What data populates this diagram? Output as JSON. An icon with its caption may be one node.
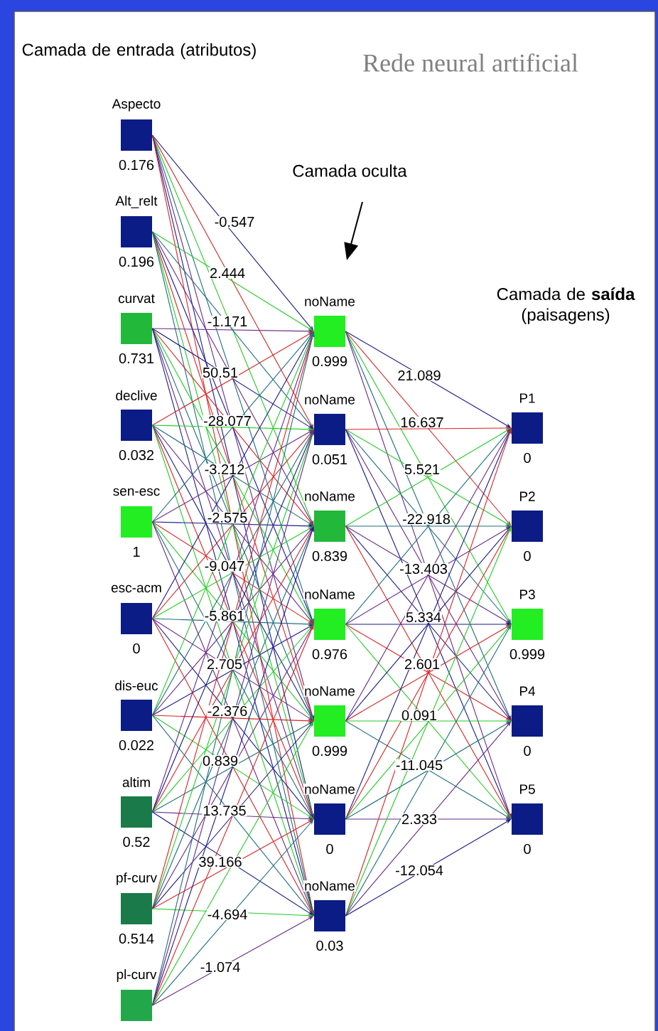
{
  "diagram": {
    "title": "Rede neural artificial",
    "nodes": [
      {
        "text": [
          "Aspecto",
          "0.176"
        ]
      },
      {
        "text": [
          "Alt_relt",
          "0.196"
        ]
      },
      {
        "text": [
          "curvat",
          "0.731"
        ]
      },
      {
        "text": [
          "declive",
          "0.032"
        ]
      },
      {
        "text": [
          "sen-esc",
          "1"
        ]
      },
      {
        "text": [
          "esc-acm",
          "0"
        ]
      },
      {
        "text": [
          "dis-euc",
          "0.022"
        ]
      },
      {
        "text": [
          "altim",
          "0.52"
        ]
      },
      {
        "text": [
          "pf-curv",
          "0.514"
        ]
      },
      {
        "text": [
          "pl-curv"
        ]
      },
      {
        "text": [
          "noName",
          "0.999"
        ]
      },
      {
        "text": [
          "noName",
          "0.051"
        ]
      },
      {
        "text": [
          "noName",
          "0.839"
        ]
      },
      {
        "text": [
          "noName",
          "0.976"
        ]
      },
      {
        "text": [
          "noName",
          "0.999"
        ]
      },
      {
        "text": [
          "noName",
          "0"
        ]
      },
      {
        "text": [
          "noName",
          "0.03"
        ]
      },
      {
        "text": [
          "P1",
          "0"
        ]
      },
      {
        "text": [
          "P2",
          "0"
        ]
      },
      {
        "text": [
          "P3",
          "0.999"
        ]
      },
      {
        "text": [
          "P4",
          "0"
        ]
      },
      {
        "text": [
          "P5",
          "0"
        ]
      }
    ],
    "edges": [
      {
        "from": 0,
        "to": 10,
        "arrow": "to",
        "color": "#1a1a8c"
      },
      {
        "from": 0,
        "to": 11,
        "arrow": "to",
        "color": "#dd2222"
      },
      {
        "from": 0,
        "to": 12,
        "arrow": "to",
        "color": "#22cc22"
      },
      {
        "from": 0,
        "to": 13,
        "arrow": "to",
        "color": "#1f6f7f"
      },
      {
        "from": 0,
        "to": 14,
        "arrow": "to",
        "color": "#6a2a8a"
      },
      {
        "from": 0,
        "to": 15,
        "arrow": "to",
        "color": "#1a1a8c"
      },
      {
        "from": 0,
        "to": 16,
        "arrow": "to",
        "color": "#dd2222"
      },
      {
        "from": 1,
        "to": 10,
        "arrow": "to",
        "color": "#22cc22"
      },
      {
        "from": 1,
        "to": 11,
        "arrow": "to",
        "color": "#1f6f7f"
      },
      {
        "from": 1,
        "to": 12,
        "arrow": "to",
        "color": "#6a2a8a"
      },
      {
        "from": 1,
        "to": 13,
        "arrow": "to",
        "color": "#1a1a8c"
      },
      {
        "from": 1,
        "to": 14,
        "arrow": "to",
        "color": "#dd2222"
      },
      {
        "from": 1,
        "to": 15,
        "arrow": "to",
        "color": "#22cc22"
      },
      {
        "from": 1,
        "to": 16,
        "arrow": "to",
        "color": "#1f6f7f"
      },
      {
        "from": 2,
        "to": 10,
        "arrow": "to",
        "color": "#6a2a8a"
      },
      {
        "from": 2,
        "to": 11,
        "arrow": "to",
        "color": "#1a1a8c"
      },
      {
        "from": 2,
        "to": 12,
        "arrow": "to",
        "color": "#dd2222"
      },
      {
        "from": 2,
        "to": 13,
        "arrow": "to",
        "color": "#22cc22"
      },
      {
        "from": 2,
        "to": 14,
        "arrow": "to",
        "color": "#1f6f7f"
      },
      {
        "from": 2,
        "to": 15,
        "arrow": "to",
        "color": "#6a2a8a"
      },
      {
        "from": 2,
        "to": 16,
        "arrow": "to",
        "color": "#1a1a8c"
      },
      {
        "from": 3,
        "to": 10,
        "arrow": "to",
        "color": "#dd2222"
      },
      {
        "from": 3,
        "to": 11,
        "arrow": "to",
        "color": "#22cc22"
      },
      {
        "from": 3,
        "to": 12,
        "arrow": "to",
        "color": "#1f6f7f"
      },
      {
        "from": 3,
        "to": 13,
        "arrow": "to",
        "color": "#6a2a8a"
      },
      {
        "from": 3,
        "to": 14,
        "arrow": "to",
        "color": "#1a1a8c"
      },
      {
        "from": 3,
        "to": 15,
        "arrow": "to",
        "color": "#dd2222"
      },
      {
        "from": 3,
        "to": 16,
        "arrow": "to",
        "color": "#22cc22"
      },
      {
        "from": 4,
        "to": 10,
        "arrow": "to",
        "color": "#1f6f7f"
      },
      {
        "from": 4,
        "to": 11,
        "arrow": "to",
        "color": "#6a2a8a"
      },
      {
        "from": 4,
        "to": 12,
        "arrow": "to",
        "color": "#1a1a8c"
      },
      {
        "from": 4,
        "to": 13,
        "arrow": "to",
        "color": "#dd2222"
      },
      {
        "from": 4,
        "to": 14,
        "arrow": "to",
        "color": "#22cc22"
      },
      {
        "from": 4,
        "to": 15,
        "arrow": "to",
        "color": "#1f6f7f"
      },
      {
        "from": 4,
        "to": 16,
        "arrow": "to",
        "color": "#6a2a8a"
      },
      {
        "from": 5,
        "to": 10,
        "arrow": "to",
        "color": "#1a1a8c"
      },
      {
        "from": 5,
        "to": 11,
        "arrow": "to",
        "color": "#dd2222"
      },
      {
        "from": 5,
        "to": 12,
        "arrow": "to",
        "color": "#22cc22"
      },
      {
        "from": 5,
        "to": 13,
        "arrow": "to",
        "color": "#1f6f7f"
      },
      {
        "from": 5,
        "to": 14,
        "arrow": "to",
        "color": "#6a2a8a"
      },
      {
        "from": 5,
        "to": 15,
        "arrow": "to",
        "color": "#1a1a8c"
      },
      {
        "from": 5,
        "to": 16,
        "arrow": "to",
        "color": "#dd2222"
      },
      {
        "from": 6,
        "to": 10,
        "arrow": "to",
        "color": "#22cc22"
      },
      {
        "from": 6,
        "to": 11,
        "arrow": "to",
        "color": "#1f6f7f"
      },
      {
        "from": 6,
        "to": 12,
        "arrow": "to",
        "color": "#6a2a8a"
      },
      {
        "from": 6,
        "to": 13,
        "arrow": "to",
        "color": "#1a1a8c"
      },
      {
        "from": 6,
        "to": 14,
        "arrow": "to",
        "color": "#dd2222"
      },
      {
        "from": 6,
        "to": 15,
        "arrow": "to",
        "color": "#22cc22"
      },
      {
        "from": 6,
        "to": 16,
        "arrow": "to",
        "color": "#1f6f7f"
      },
      {
        "from": 7,
        "to": 10,
        "arrow": "to",
        "color": "#6a2a8a"
      },
      {
        "from": 7,
        "to": 11,
        "arrow": "to",
        "color": "#1a1a8c"
      },
      {
        "from": 7,
        "to": 12,
        "arrow": "to",
        "color": "#dd2222"
      },
      {
        "from": 7,
        "to": 13,
        "arrow": "to",
        "color": "#22cc22"
      },
      {
        "from": 7,
        "to": 14,
        "arrow": "to",
        "color": "#1f6f7f"
      },
      {
        "from": 7,
        "to": 15,
        "arrow": "to",
        "color": "#6a2a8a"
      },
      {
        "from": 7,
        "to": 16,
        "arrow": "to",
        "color": "#1a1a8c"
      },
      {
        "from": 8,
        "to": 10,
        "arrow": "to",
        "color": "#dd2222"
      },
      {
        "from": 8,
        "to": 11,
        "arrow": "to",
        "color": "#22cc22"
      },
      {
        "from": 8,
        "to": 12,
        "arrow": "to",
        "color": "#1f6f7f"
      },
      {
        "from": 8,
        "to": 13,
        "arrow": "to",
        "color": "#6a2a8a"
      },
      {
        "from": 8,
        "to": 14,
        "arrow": "to",
        "color": "#1a1a8c"
      },
      {
        "from": 8,
        "to": 15,
        "arrow": "to",
        "color": "#dd2222"
      },
      {
        "from": 8,
        "to": 16,
        "arrow": "to",
        "color": "#22cc22"
      },
      {
        "from": 9,
        "to": 10,
        "arrow": "to",
        "color": "#1f6f7f"
      },
      {
        "from": 9,
        "to": 11,
        "arrow": "to",
        "color": "#6a2a8a"
      },
      {
        "from": 9,
        "to": 12,
        "arrow": "to",
        "color": "#1a1a8c"
      },
      {
        "from": 9,
        "to": 13,
        "arrow": "to",
        "color": "#dd2222"
      },
      {
        "from": 9,
        "to": 14,
        "arrow": "to",
        "color": "#22cc22"
      },
      {
        "from": 9,
        "to": 15,
        "arrow": "to",
        "color": "#1f6f7f"
      },
      {
        "from": 9,
        "to": 16,
        "arrow": "to",
        "color": "#6a2a8a"
      },
      {
        "from": 10,
        "to": 17,
        "arrow": "to",
        "color": "#1a1a8c"
      },
      {
        "from": 10,
        "to": 18,
        "arrow": "to",
        "color": "#dd2222"
      },
      {
        "from": 10,
        "to": 19,
        "arrow": "to",
        "color": "#22cc22"
      },
      {
        "from": 10,
        "to": 20,
        "arrow": "to",
        "color": "#1f6f7f"
      },
      {
        "from": 10,
        "to": 21,
        "arrow": "to",
        "color": "#6a2a8a"
      },
      {
        "from": 11,
        "to": 17,
        "arrow": "to",
        "color": "#dd2222"
      },
      {
        "from": 11,
        "to": 18,
        "arrow": "to",
        "color": "#22cc22"
      },
      {
        "from": 11,
        "to": 19,
        "arrow": "to",
        "color": "#1f6f7f"
      },
      {
        "from": 11,
        "to": 20,
        "arrow": "to",
        "color": "#6a2a8a"
      },
      {
        "from": 11,
        "to": 21,
        "arrow": "to",
        "color": "#1a1a8c"
      },
      {
        "from": 12,
        "to": 17,
        "arrow": "to",
        "color": "#22cc22"
      },
      {
        "from": 12,
        "to": 18,
        "arrow": "to",
        "color": "#1f6f7f"
      },
      {
        "from": 12,
        "to": 19,
        "arrow": "to",
        "color": "#6a2a8a"
      },
      {
        "from": 12,
        "to": 20,
        "arrow": "to",
        "color": "#1a1a8c"
      },
      {
        "from": 12,
        "to": 21,
        "arrow": "to",
        "color": "#dd2222"
      },
      {
        "from": 13,
        "to": 17,
        "arrow": "to",
        "color": "#1f6f7f"
      },
      {
        "from": 13,
        "to": 18,
        "arrow": "to",
        "color": "#6a2a8a"
      },
      {
        "from": 13,
        "to": 19,
        "arrow": "to",
        "color": "#1a1a8c"
      },
      {
        "from": 13,
        "to": 20,
        "arrow": "to",
        "color": "#dd2222"
      },
      {
        "from": 13,
        "to": 21,
        "arrow": "to",
        "color": "#22cc22"
      },
      {
        "from": 14,
        "to": 17,
        "arrow": "to",
        "color": "#6a2a8a"
      },
      {
        "from": 14,
        "to": 18,
        "arrow": "to",
        "color": "#1a1a8c"
      },
      {
        "from": 14,
        "to": 19,
        "arrow": "to",
        "color": "#dd2222"
      },
      {
        "from": 14,
        "to": 20,
        "arrow": "to",
        "color": "#22cc22"
      },
      {
        "from": 14,
        "to": 21,
        "arrow": "to",
        "color": "#1f6f7f"
      },
      {
        "from": 15,
        "to": 17,
        "arrow": "to",
        "color": "#1a1a8c"
      },
      {
        "from": 15,
        "to": 18,
        "arrow": "to",
        "color": "#dd2222"
      },
      {
        "from": 15,
        "to": 19,
        "arrow": "to",
        "color": "#22cc22"
      },
      {
        "from": 15,
        "to": 20,
        "arrow": "to",
        "color": "#1f6f7f"
      },
      {
        "from": 15,
        "to": 21,
        "arrow": "to",
        "color": "#6a2a8a"
      },
      {
        "from": 16,
        "to": 17,
        "arrow": "to",
        "color": "#dd2222"
      },
      {
        "from": 16,
        "to": 18,
        "arrow": "to",
        "color": "#22cc22"
      },
      {
        "from": 16,
        "to": 19,
        "arrow": "to",
        "color": "#1f6f7f"
      },
      {
        "from": 16,
        "to": 20,
        "arrow": "to",
        "color": "#6a2a8a"
      },
      {
        "from": 16,
        "to": 21,
        "arrow": "to",
        "color": "#1a1a8c"
      }
    ],
    "labels": [
      "Camada de entrada (atributos)",
      "Camada oculta",
      "Camada de **saída** (paisagens)",
      "-0.547",
      "2.444",
      "-1.171",
      "50.51",
      "-28.077",
      "-3.212",
      "-2.575",
      "-9.047",
      "-5.861",
      "2.705",
      "-2.376",
      "0.839",
      "13.735",
      "39.166",
      "-4.694",
      "-1.074",
      "21.089",
      "16.637",
      "5.521",
      "-22.918",
      "-13.403",
      "5.334",
      "2.601",
      "0.091",
      "-11.045",
      "2.333",
      "-12.054"
    ]
  }
}
